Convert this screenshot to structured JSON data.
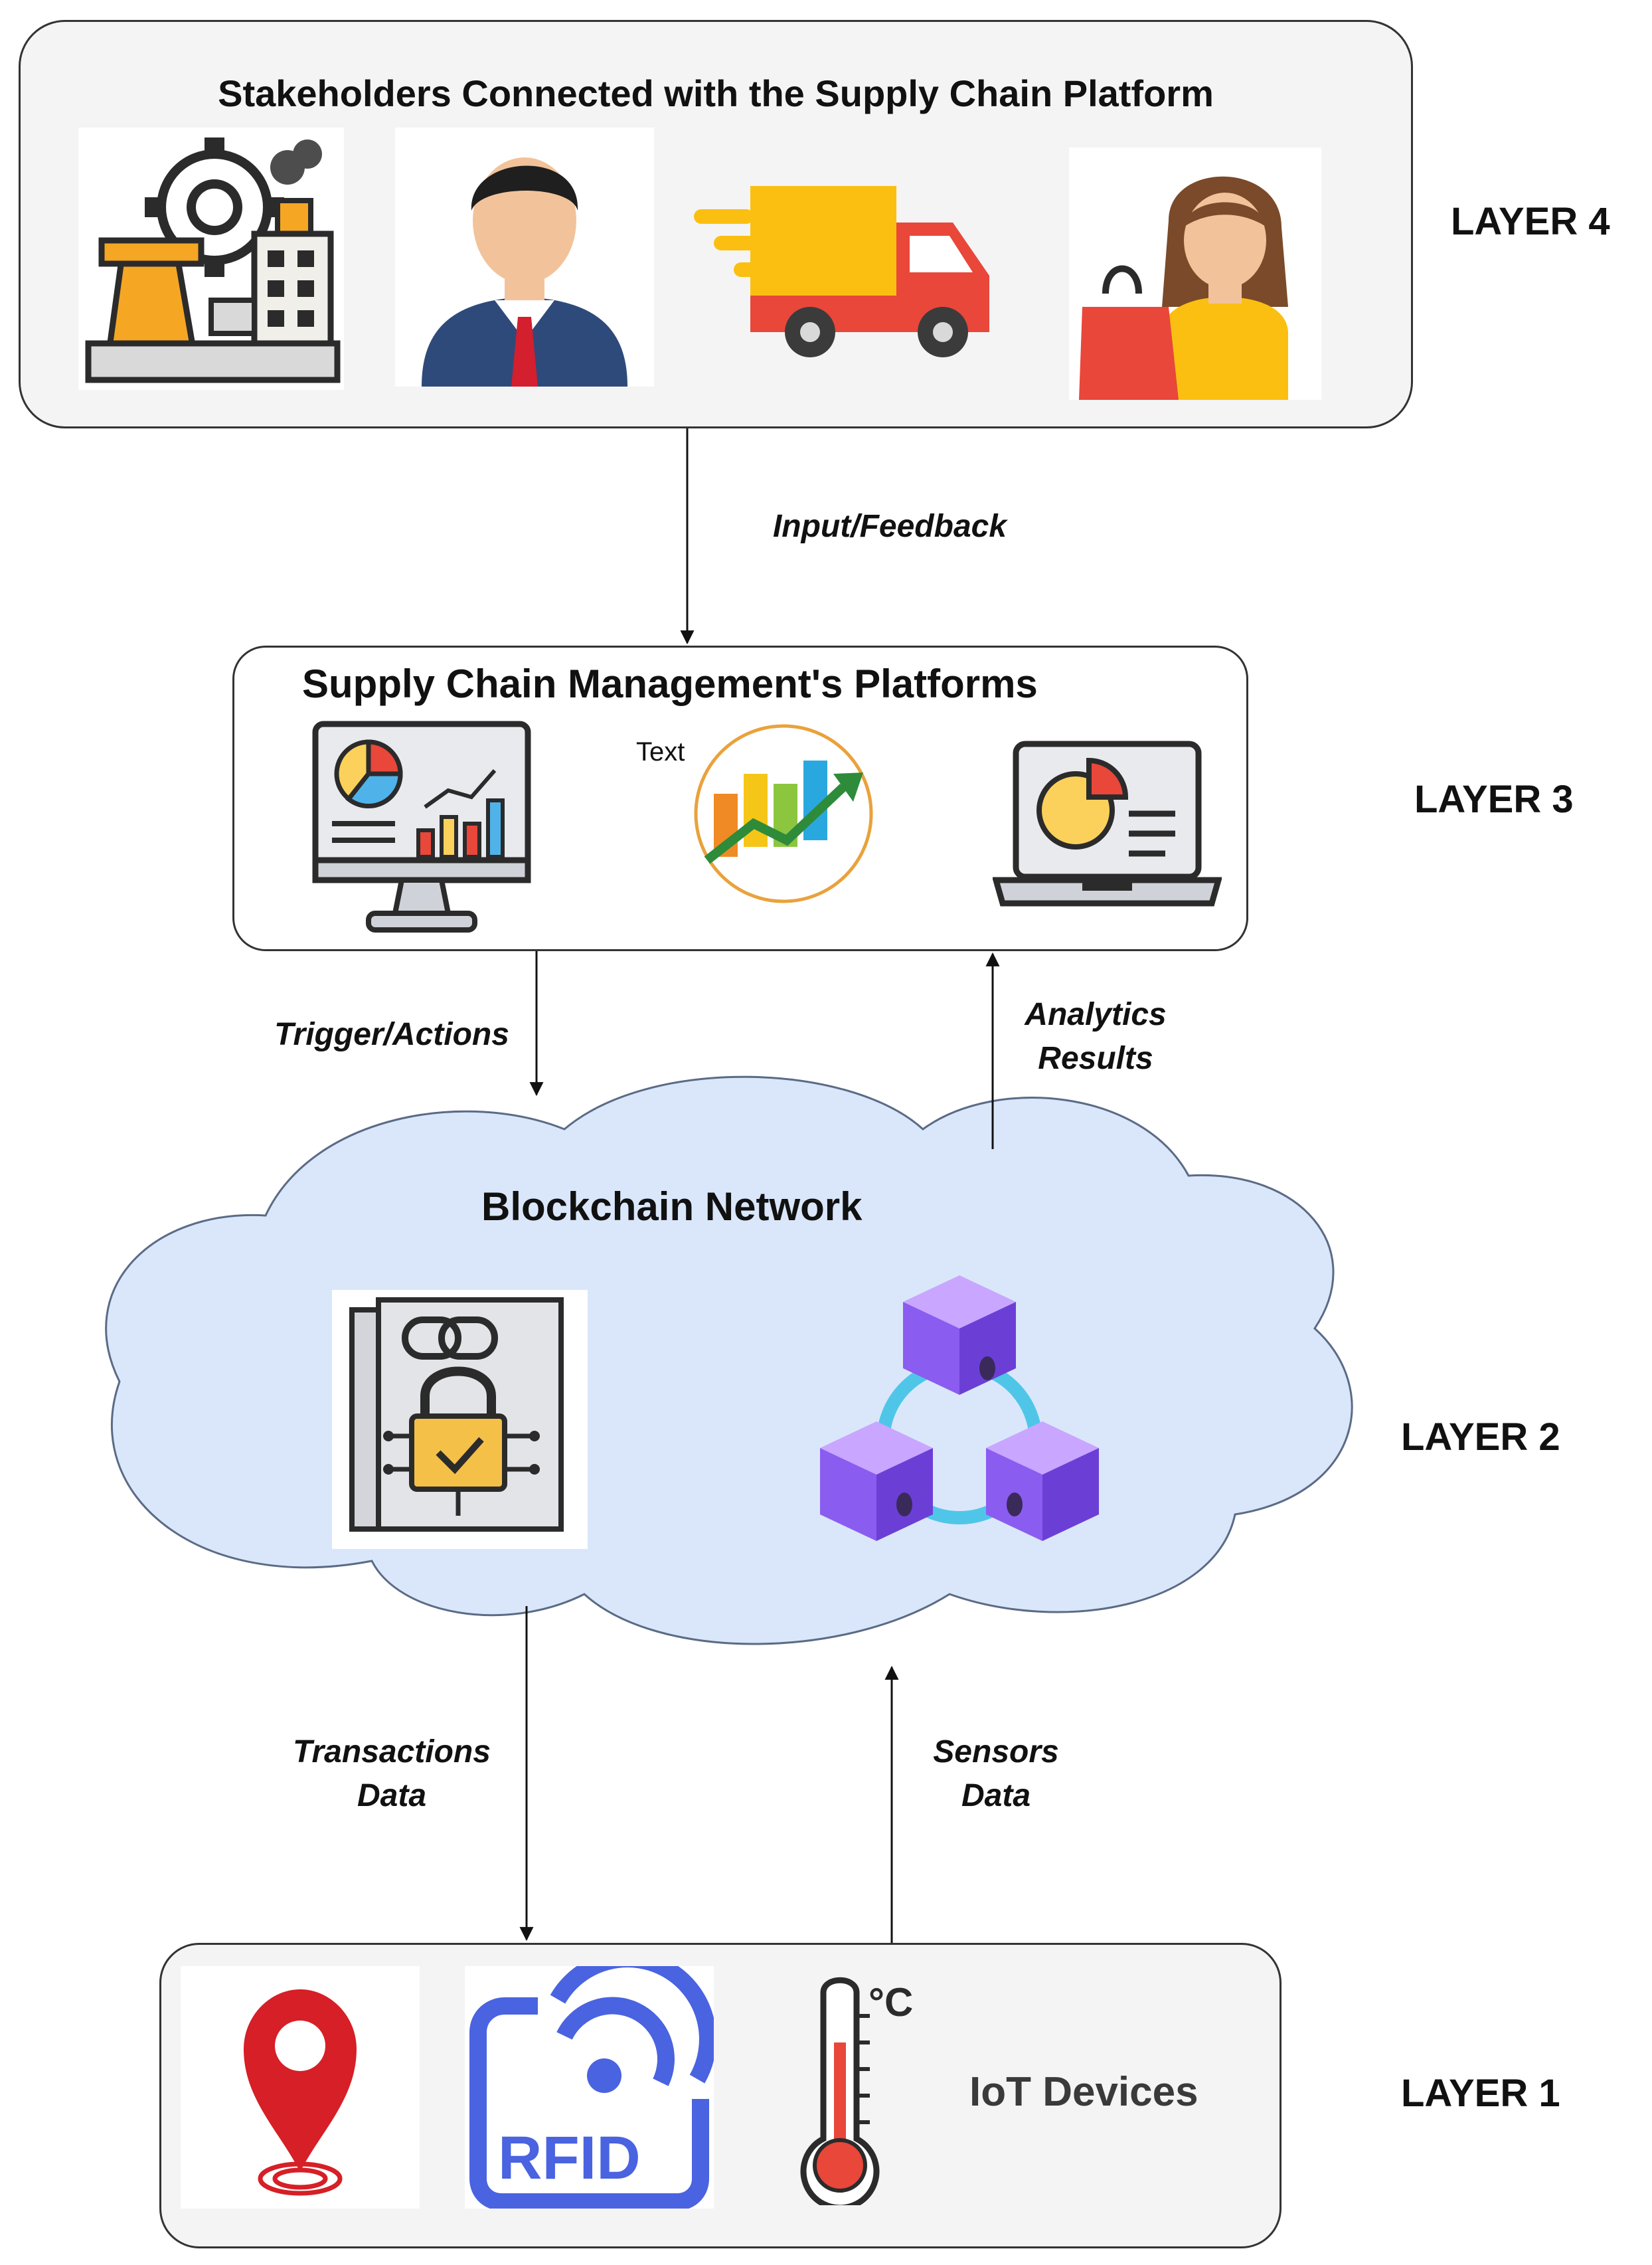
{
  "layer4": {
    "title": "Stakeholders Connected with the Supply Chain Platform",
    "label": "LAYER 4",
    "icons": [
      "factory-icon",
      "businessman-icon",
      "delivery-truck-icon",
      "shopper-icon"
    ]
  },
  "layer3": {
    "title": "Supply Chain Management's Platforms",
    "label": "LAYER 3",
    "small_text": "Text",
    "icons": [
      "analytics-monitor-icon",
      "growth-chart-icon",
      "laptop-report-icon"
    ]
  },
  "layer2": {
    "title": "Blockchain Network",
    "label": "LAYER 2",
    "icons": [
      "smart-contract-icon",
      "blockchain-blocks-icon"
    ]
  },
  "layer1": {
    "title": "IoT Devices",
    "label": "LAYER 1",
    "icons": [
      "location-pin-icon",
      "rfid-icon",
      "thermometer-icon"
    ],
    "thermometer_unit": "°C",
    "rfid_text": "RFID"
  },
  "flows": {
    "input_feedback": "Input/Feedback",
    "trigger_actions": "Trigger/Actions",
    "analytics_line1": "Analytics",
    "analytics_line2": "Results",
    "transactions_line1": "Transactions",
    "transactions_line2": "Data",
    "sensors_line1": "Sensors",
    "sensors_line2": "Data"
  },
  "colors": {
    "cloud_fill": "#dae7fa",
    "box_fill": "#f4f4f4",
    "outline": "#333333",
    "truck_red": "#e8473a",
    "truck_yellow": "#fbbf11",
    "block_purple": "#9b6ef0",
    "rfid_blue": "#4a63e0",
    "pin_red": "#d61f26"
  }
}
